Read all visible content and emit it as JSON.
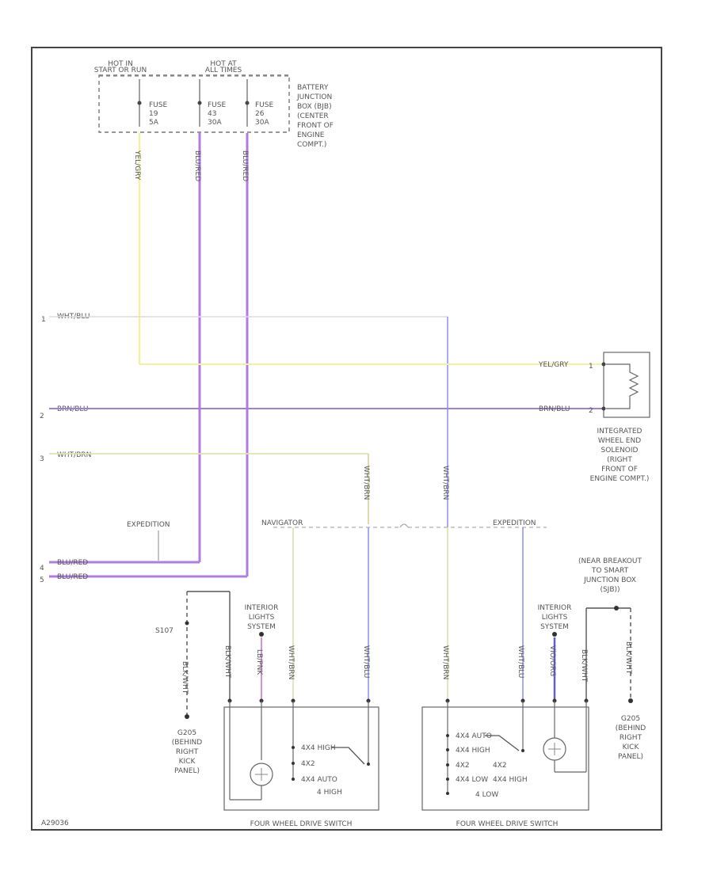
{
  "top_labels": {
    "hot_start": [
      "HOT IN",
      "START OR RUN"
    ],
    "hot_all": [
      "HOT AT",
      "ALL TIMES"
    ]
  },
  "fuses": [
    {
      "lines": [
        "FUSE",
        "19",
        "5A"
      ]
    },
    {
      "lines": [
        "FUSE",
        "43",
        "30A"
      ]
    },
    {
      "lines": [
        "FUSE",
        "26",
        "30A"
      ]
    }
  ],
  "battery_junction_box": [
    "BATTERY",
    "JUNCTION",
    "BOX (BJB)",
    "(CENTER",
    "FRONT OF",
    "ENGINE",
    "COMPT.)"
  ],
  "wire_colors": {
    "yellow": "YEL/GRY",
    "blu_red_1": "BLU/RED",
    "blu_red_2": "BLU/RED",
    "wht_blu": "WHT/BLU",
    "brn_blu": "BRN/BLU",
    "wht_brn": "WHT/BRN",
    "wht_brn_v1": "WHT/BRN",
    "wht_brn_v2": "WHT/BRN",
    "yel_gry_right": "YEL/GRY",
    "brn_blu_right": "BRN/BLU",
    "blu_red_4": "BLU/RED",
    "blu_red_5": "BLU/RED"
  },
  "pin_numbers": {
    "left_1": "1",
    "left_2": "2",
    "left_3": "3",
    "left_4": "4",
    "left_5": "5",
    "right_1": "1",
    "right_2": "2"
  },
  "solenoid_label": [
    "INTEGRATED",
    "WHEEL END",
    "SOLENOID",
    "(RIGHT",
    "FRONT OF",
    "ENGINE COMPT.)"
  ],
  "variants": {
    "expedition_left": "EXPEDITION",
    "navigator": "NAVIGATOR",
    "expedition_right": "EXPEDITION"
  },
  "left_switch": {
    "interior_lights": [
      "INTERIOR",
      "LIGHTS",
      "SYSTEM"
    ],
    "ground_label": [
      "G205",
      "(BEHIND",
      "RIGHT",
      "KICK",
      "PANEL)"
    ],
    "s107": "S107",
    "positions": [
      "4X4 HIGH",
      "4X2",
      "4X4 AUTO"
    ],
    "mode_label": "4 HIGH",
    "title": "FOUR WHEEL DRIVE SWITCH",
    "wire_blk": "BLK/WHT",
    "wire_violet": "LB/PNK",
    "wire_whtbrn": "WHT/BRN",
    "wire_whtblu": "WHT/BLU"
  },
  "right_switch": {
    "interior_lights": [
      "INTERIOR",
      "LIGHTS",
      "SYSTEM"
    ],
    "ground_label": [
      "G205",
      "(BEHIND",
      "RIGHT",
      "KICK",
      "PANEL)"
    ],
    "smart_junction": [
      "(NEAR BREAKOUT",
      "TO SMART",
      "JUNCTION BOX",
      "(SJB))"
    ],
    "positions": [
      "4X4 AUTO",
      "4X4 HIGH",
      "4X2",
      "4X4 LOW"
    ],
    "mode_labels": [
      "4X2",
      "4X4 HIGH"
    ],
    "mode_label": "4 LOW",
    "title": "FOUR WHEEL DRIVE SWITCH",
    "wire_blk": "BLK/WHT",
    "wire_violet": "VIO/ORG",
    "wire_whtbrn": "WHT/BRN",
    "wire_whtblu": "WHT/BLU"
  },
  "page_code": "A29036",
  "colors": {
    "yellow": "#f2f2a0",
    "purple": "#a870e0",
    "blue": "#a0a0ee",
    "tan": "#d8d8a0",
    "lightgray": "#dcdce0",
    "border": "#444444"
  }
}
